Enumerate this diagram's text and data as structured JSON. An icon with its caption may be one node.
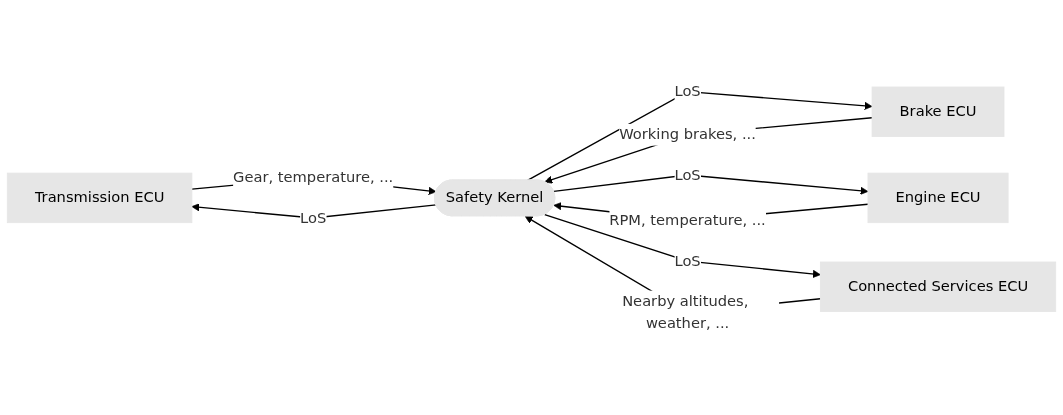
{
  "diagram": {
    "nodes": [
      {
        "text": [
          "Transmission ECU"
        ]
      },
      {
        "text": [
          "Brake ECU"
        ]
      },
      {
        "text": [
          "Safety Kernel"
        ]
      },
      {
        "text": [
          "Engine ECU"
        ]
      },
      {
        "text": [
          "Connected Services ECU"
        ]
      }
    ],
    "edges": [
      {
        "from": 0,
        "to": 2,
        "arrow": "to",
        "label": "Gear, temperature, ..."
      },
      {
        "from": 2,
        "to": 0,
        "arrow": "to",
        "label": "LoS"
      },
      {
        "from": 2,
        "to": 1,
        "arrow": "to",
        "label": "LoS"
      },
      {
        "from": 1,
        "to": 2,
        "arrow": "to",
        "label": "Working brakes, ..."
      },
      {
        "from": 3,
        "to": 2,
        "arrow": "to",
        "label": "RPM, temperature, ..."
      },
      {
        "from": 2,
        "to": 3,
        "arrow": "to",
        "label": "LoS"
      },
      {
        "from": 2,
        "to": 4,
        "arrow": "to",
        "label": "LoS"
      },
      {
        "from": 4,
        "to": 2,
        "arrow": "to",
        "label": "Nearby altitudes, weather, ..."
      }
    ]
  }
}
